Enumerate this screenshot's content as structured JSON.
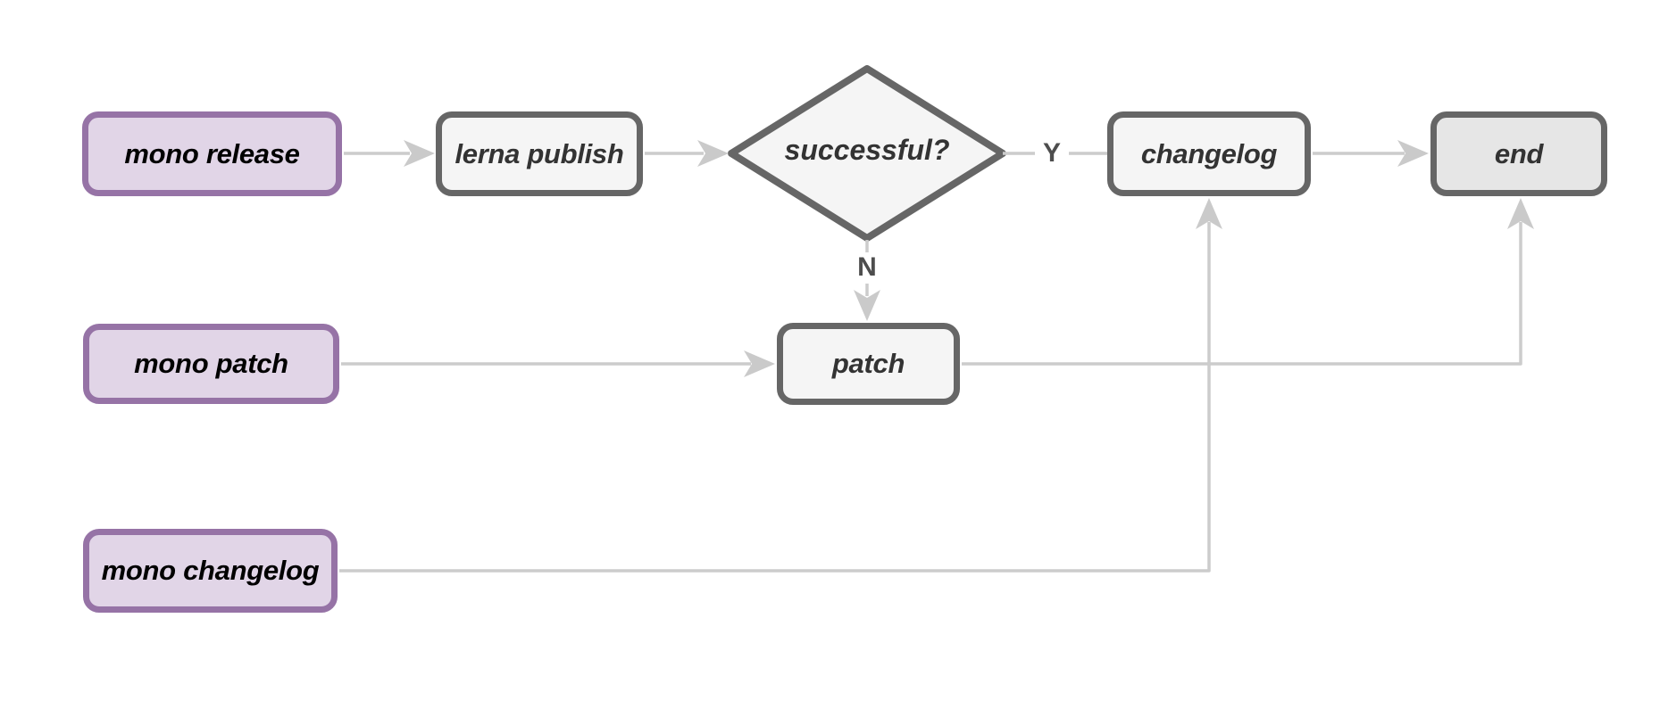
{
  "diagram": {
    "type": "flowchart",
    "background": "#ffffff",
    "nodes": {
      "mono_release": {
        "label": "mono release",
        "shape": "rounded-rect",
        "style": "purple"
      },
      "lerna_publish": {
        "label": "lerna publish",
        "shape": "rounded-rect",
        "style": "gray"
      },
      "successful": {
        "label": "successful?",
        "shape": "diamond",
        "style": "gray"
      },
      "changelog": {
        "label": "changelog",
        "shape": "rounded-rect",
        "style": "gray"
      },
      "end": {
        "label": "end",
        "shape": "rounded-rect",
        "style": "gray-dark"
      },
      "patch": {
        "label": "patch",
        "shape": "rounded-rect",
        "style": "gray"
      },
      "mono_patch": {
        "label": "mono patch",
        "shape": "rounded-rect",
        "style": "purple"
      },
      "mono_changelog": {
        "label": "mono changelog",
        "shape": "rounded-rect",
        "style": "purple"
      }
    },
    "edge_labels": {
      "yes": "Y",
      "no": "N"
    },
    "edges": [
      {
        "from": "mono_release",
        "to": "lerna_publish",
        "label": ""
      },
      {
        "from": "lerna_publish",
        "to": "successful",
        "label": ""
      },
      {
        "from": "successful",
        "to": "changelog",
        "label": "Y"
      },
      {
        "from": "changelog",
        "to": "end",
        "label": ""
      },
      {
        "from": "successful",
        "to": "patch",
        "label": "N"
      },
      {
        "from": "mono_patch",
        "to": "patch",
        "label": ""
      },
      {
        "from": "patch",
        "to": "end",
        "label": ""
      },
      {
        "from": "mono_changelog",
        "to": "changelog",
        "label": ""
      }
    ],
    "colors": {
      "purple_fill": "#e1d5e7",
      "purple_stroke": "#9673a6",
      "gray_fill": "#f5f5f5",
      "gray_stroke": "#666666",
      "end_fill": "#e6e6e6",
      "edge_line": "#cccccc",
      "arrowhead": "#cacaca",
      "edge_label_text": "#4d4d4d",
      "purple_node_text": "#000000",
      "gray_node_text": "#333333"
    }
  }
}
